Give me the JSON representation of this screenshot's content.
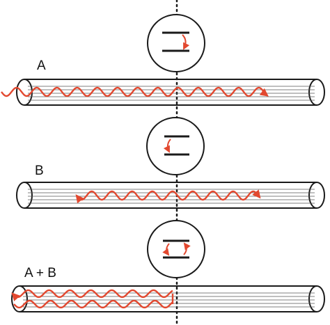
{
  "labels": {
    "fiber_a": "A",
    "fiber_b": "B",
    "fiber_ab": "A + B"
  },
  "colors": {
    "wave": "#e2482f",
    "outline": "#1a1a1a",
    "background": "#ffffff"
  }
}
